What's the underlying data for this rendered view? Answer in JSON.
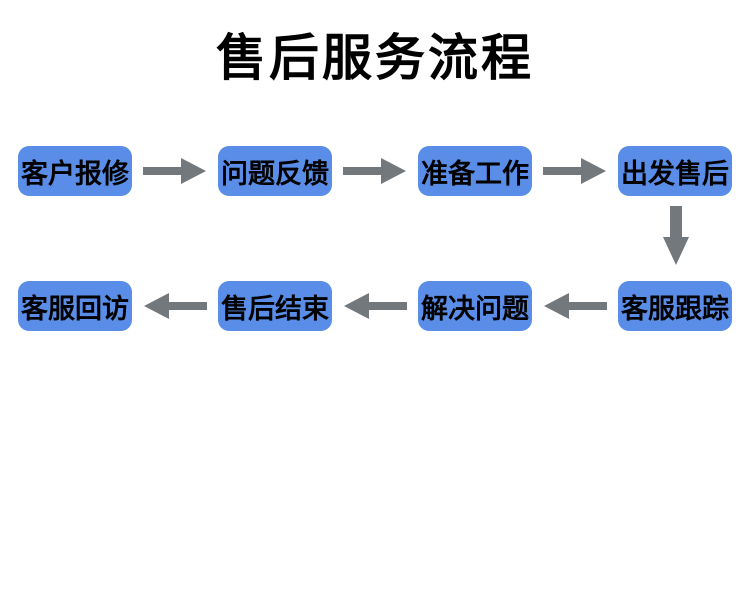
{
  "title": "售后服务流程",
  "colors": {
    "node_fill": "#5A8DE7",
    "arrow": "#73787D",
    "text": "#000000",
    "background": "#FFFFFF"
  },
  "flow": {
    "rows": [
      {
        "direction": "right",
        "nodes": [
          "客户报修",
          "问题反馈",
          "准备工作",
          "出发售后"
        ]
      },
      {
        "direction": "left",
        "nodes": [
          "客服回访",
          "售后结束",
          "解决问题",
          "客服跟踪"
        ]
      }
    ],
    "connector": "down",
    "process_order_note": "客户报修→问题反馈→准备工作→出发售后→客服跟踪→解决问题→售后结束→客服回访"
  }
}
